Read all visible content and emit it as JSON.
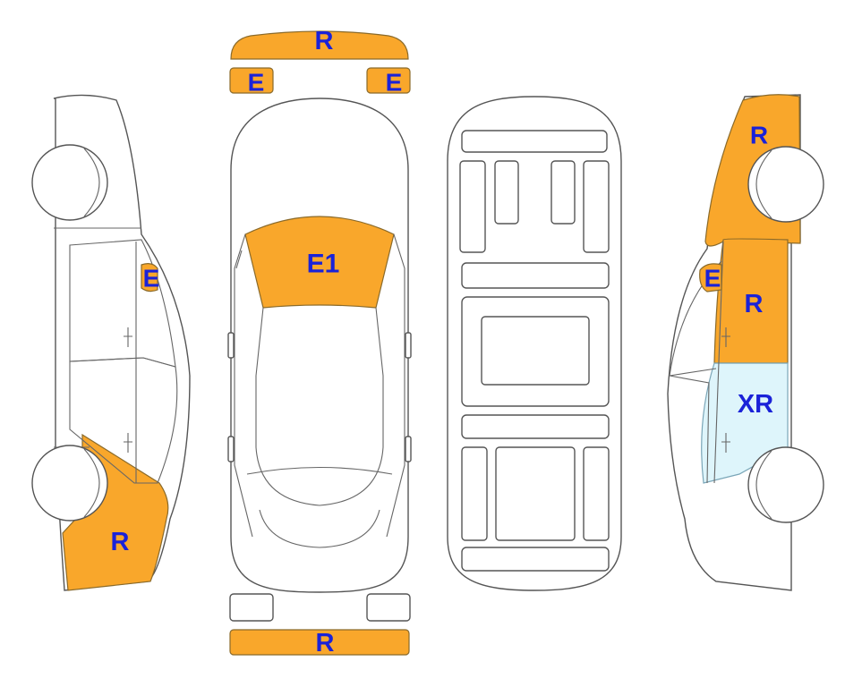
{
  "colors": {
    "damage_orange": "#f9a72b",
    "damage_light_blue": "#def5fb",
    "label_blue": "#1a22d8",
    "outline": "#555555"
  },
  "panels": {
    "front_bumper": "R",
    "left_headlight": "E",
    "right_headlight": "E",
    "hood": "E1",
    "rear_bumper": "R",
    "left_mirror": "E",
    "left_rear_quarter": "R",
    "right_front_fender": "R",
    "right_mirror": "E",
    "right_front_door": "R",
    "right_rear_door": "XR"
  }
}
